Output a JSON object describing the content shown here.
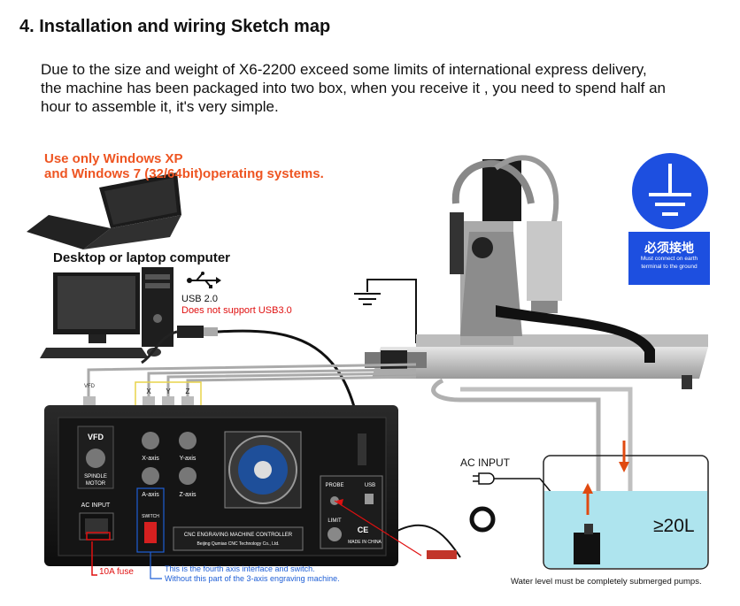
{
  "heading": "4.  Installation and wiring Sketch map",
  "intro_lines": [
    "Due to the size and weight of X6-2200 exceed some limits of international express delivery,",
    "the machine has been packaged into two box, when you receive it , you need to spend half an",
    "hour to assemble it, it's very simple."
  ],
  "os_note": [
    "Use only Windows XP",
    "and Windows 7 (32/64bit)operating systems."
  ],
  "computer_label": "Desktop or laptop computer",
  "usb_label": "USB  2.0",
  "usb3_note": "Does not support USB3.0",
  "ground_badge": {
    "cn": "必须接地",
    "en_line1": "Must connect on earth",
    "en_line2": "terminal to the ground"
  },
  "controller": {
    "vfd": "VFD",
    "spindle_motor": [
      "SPINDLE",
      "MOTOR"
    ],
    "x_axis": "X-axis",
    "y_axis": "Y-axis",
    "a_axis": "A-axis",
    "z_axis": "Z-axis",
    "axis_letters": [
      "X",
      "Y",
      "Z"
    ],
    "vfd_cable": "VFD",
    "switch": "SWITCH",
    "ac_input": "AC INPUT",
    "probe": "PROBE",
    "usb": "USB",
    "limit": "LIMIT",
    "ce": "CE",
    "made_in": "MADE IN CHINA",
    "panel_title": "CNC ENGRAVING MACHINE CONTROLLER",
    "panel_company": "Beijing Qumiao CNC Technology Co., Ltd."
  },
  "fuse_label": "10A fuse",
  "axis_note": [
    "This is the fourth axis interface and switch.",
    "Without this part of the 3-axis engraving machine."
  ],
  "ac_input_label": "AC INPUT",
  "water_volume": "≥20L",
  "water_note": "Water level must be completely submerged pumps.",
  "colors": {
    "ground_badge": "#1d4fe0",
    "os_note": "#ee5522",
    "red_note": "#e01010",
    "blue_note": "#1f5fd6",
    "water": "#aee4ee",
    "flow_arrow": "#e04a10"
  },
  "icons": [
    "ground-symbol-icon",
    "usb-icon",
    "plug-icon",
    "flow-up-arrow-icon",
    "flow-down-arrow-icon"
  ]
}
